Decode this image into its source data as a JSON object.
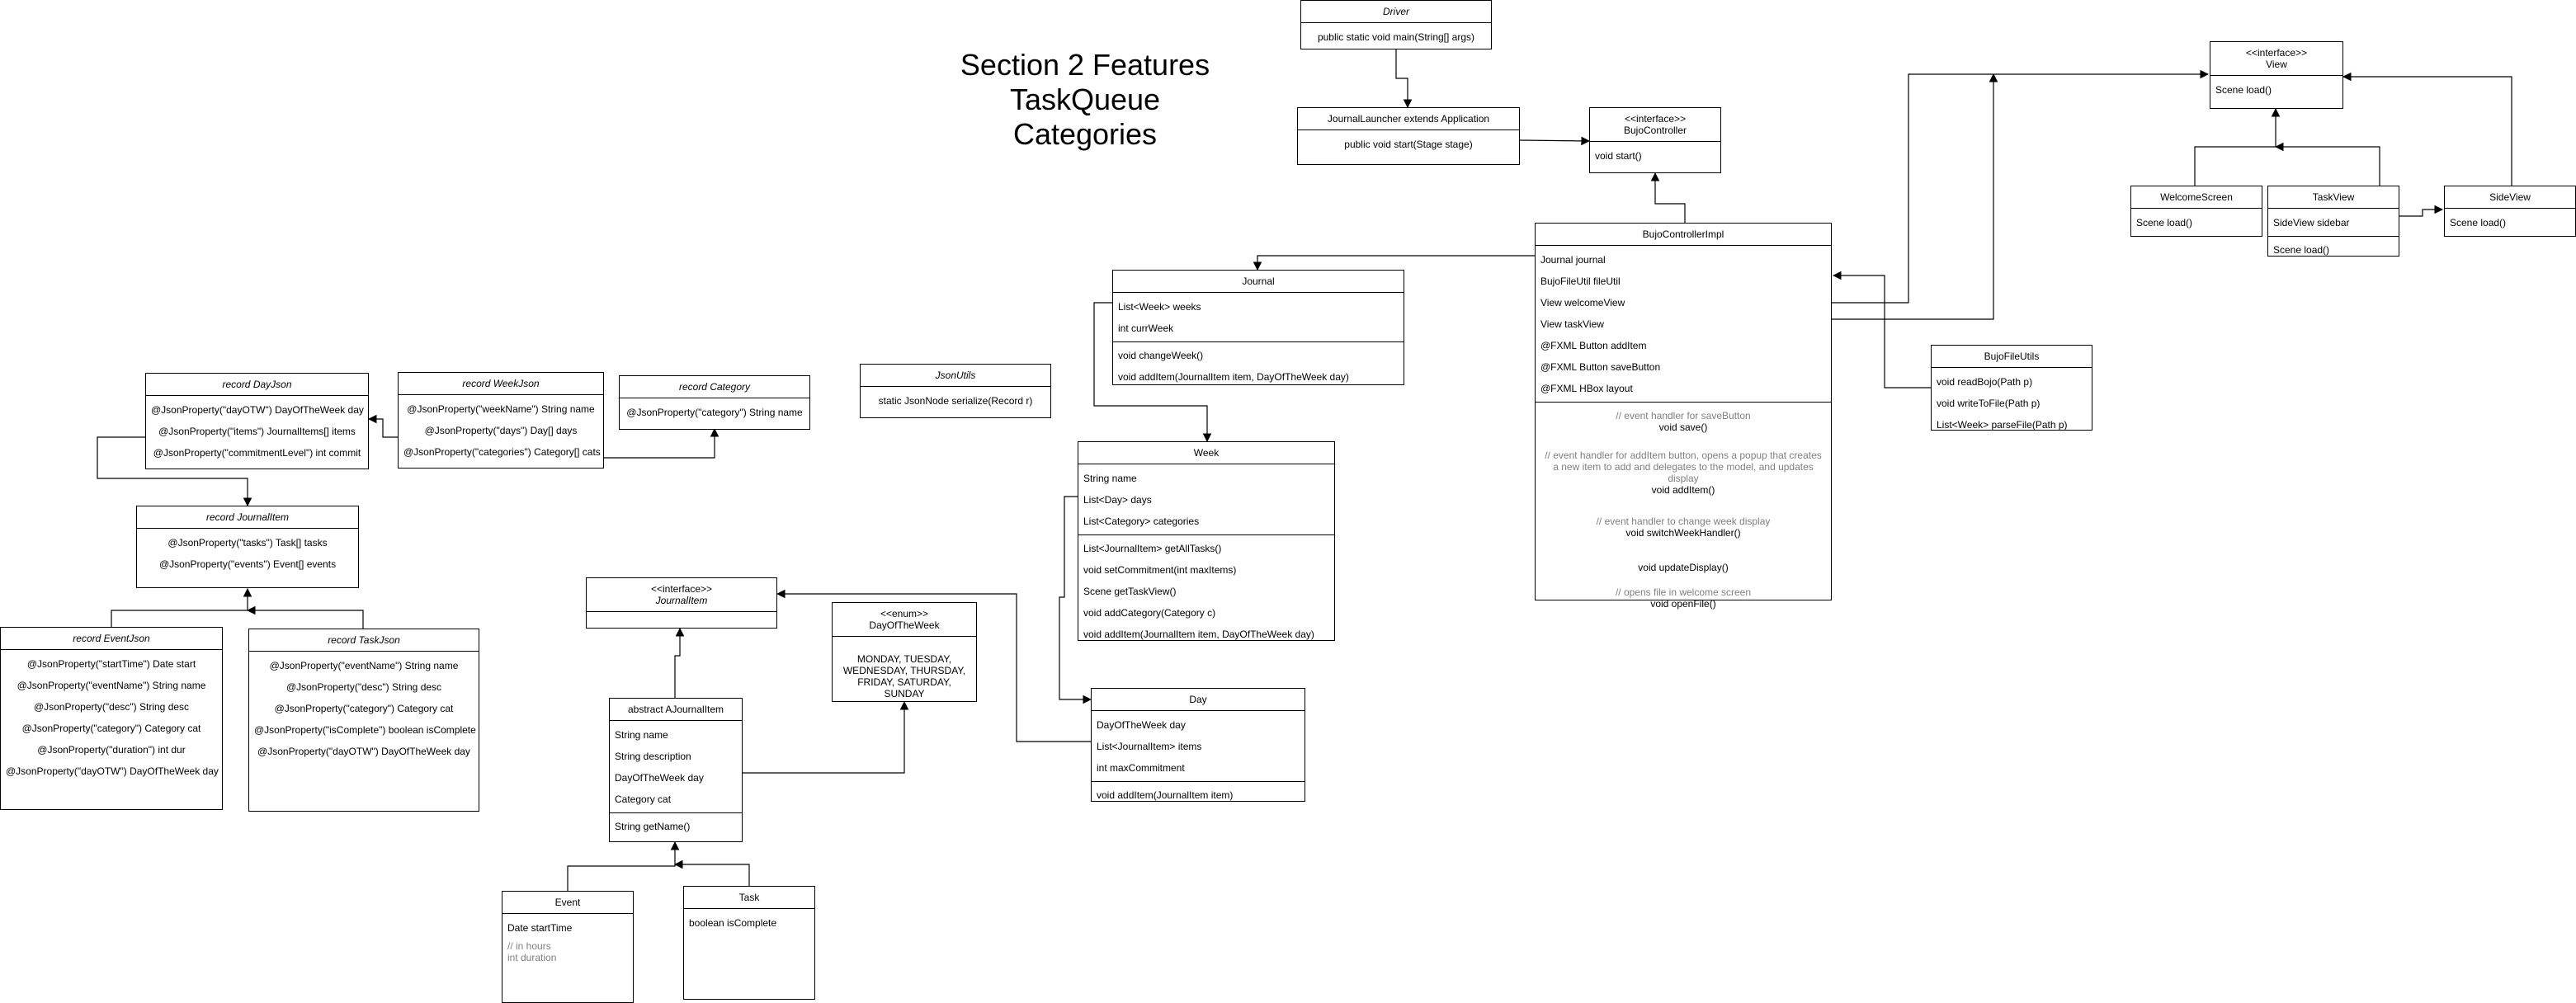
{
  "title": {
    "lines": [
      "Section 2 Features",
      "TaskQueue",
      "Categories"
    ]
  },
  "driver": {
    "name": "Driver",
    "methods": [
      "public static void main(String[] args)"
    ]
  },
  "launcher": {
    "name": "JournalLauncher extends Application",
    "methods": [
      "public void start(Stage stage)"
    ]
  },
  "bujo_controller": {
    "stereotype": "<<interface>>",
    "name": "BujoController",
    "methods": [
      "void start()"
    ]
  },
  "view": {
    "stereotype": "<<interface>>",
    "name": "View",
    "methods": [
      "Scene load()"
    ]
  },
  "welcome_screen": {
    "name": "WelcomeScreen",
    "methods": [
      "Scene load()"
    ]
  },
  "task_view": {
    "name": "TaskView",
    "fields": [
      "SideView sidebar"
    ],
    "methods": [
      "Scene load()"
    ]
  },
  "side_view": {
    "name": "SideView",
    "methods": [
      "Scene load()"
    ]
  },
  "controller_impl": {
    "name": "BujoControllerImpl",
    "fields": [
      "Journal journal",
      "BujoFileUtil fileUtil",
      "View welcomeView",
      "View taskView",
      "@FXML Button addItem",
      "@FXML Button saveButton",
      "@FXML HBox layout"
    ],
    "methods": [
      {
        "note": "// event handler for saveButton",
        "sig": "void save()"
      },
      {
        "note": "// event handler for addItem button, opens a popup that creates a new item to add and delegates to the model, and updates display",
        "sig": "void addItem()"
      },
      {
        "note": "// event handler to change week display",
        "sig": "void switchWeekHandler()"
      },
      {
        "note": "",
        "sig": "void updateDisplay()"
      },
      {
        "note": "// opens file in welcome screen",
        "sig": "void openFile()"
      }
    ]
  },
  "file_utils": {
    "name": "BujoFileUtils",
    "methods": [
      "void readBojo(Path p)",
      "void writeToFile(Path p)",
      "List<Week> parseFile(Path p)"
    ]
  },
  "journal": {
    "name": "Journal",
    "fields": [
      "List<Week> weeks",
      "int currWeek"
    ],
    "methods": [
      "void changeWeek()",
      "void addItem(JournalItem item, DayOfTheWeek day)"
    ]
  },
  "week": {
    "name": "Week",
    "fields": [
      "String name",
      "List<Day> days",
      "List<Category> categories"
    ],
    "methods": [
      "List<JournalItem> getAllTasks()",
      "void setCommitment(int maxItems)",
      "Scene getTaskView()",
      "void addCategory(Category c)",
      "void addItem(JournalItem item, DayOfTheWeek day)"
    ]
  },
  "day": {
    "name": "Day",
    "fields": [
      "DayOfTheWeek day",
      "List<JournalItem> items",
      "int maxCommitment"
    ],
    "methods": [
      "void addItem(JournalItem item)"
    ]
  },
  "json_utils": {
    "name": "JsonUtils",
    "methods": [
      "static JsonNode serialize(Record r)"
    ]
  },
  "record_category": {
    "name": "record Category",
    "fields": [
      "@JsonProperty(\"category\") String name"
    ]
  },
  "record_week_json": {
    "name": "record WeekJson",
    "fields": [
      "@JsonProperty(\"weekName\") String name",
      "@JsonProperty(\"days\") Day[] days",
      "@JsonProperty(\"categories\") Category[] cats"
    ]
  },
  "record_day_json": {
    "name": "record DayJson",
    "fields": [
      "@JsonProperty(\"dayOTW\") DayOfTheWeek day",
      "@JsonProperty(\"items\") JournalItems[] items",
      "@JsonProperty(\"commitmentLevel\") int commit"
    ]
  },
  "record_journal_item": {
    "name": "record JournalItem",
    "fields": [
      "@JsonProperty(\"tasks\") Task[] tasks",
      "@JsonProperty(\"events\") Event[] events"
    ]
  },
  "record_event_json": {
    "name": "record EventJson",
    "fields": [
      "@JsonProperty(\"startTime\") Date start",
      "@JsonProperty(\"eventName\") String name",
      "@JsonProperty(\"desc\") String desc",
      "@JsonProperty(\"category\") Category cat",
      "@JsonProperty(\"duration\") int dur",
      "@JsonProperty(\"dayOTW\") DayOfTheWeek day"
    ]
  },
  "record_task_json": {
    "name": "record TaskJson",
    "fields": [
      "@JsonProperty(\"eventName\") String name",
      "@JsonProperty(\"desc\") String desc",
      "@JsonProperty(\"category\") Category cat",
      "@JsonProperty(\"isComplete\") boolean isComplete",
      "@JsonProperty(\"dayOTW\") DayOfTheWeek day"
    ]
  },
  "journal_item_iface": {
    "stereotype": "<<interface>>",
    "name": "JournalItem"
  },
  "day_of_week_enum": {
    "stereotype": "<<enum>>",
    "name": "DayOfTheWeek",
    "values": "MONDAY, TUESDAY, WEDNESDAY, THURSDAY, FRIDAY, SATURDAY, SUNDAY"
  },
  "abstract_item": {
    "name": "abstract AJournalItem",
    "fields": [
      "String name",
      "String description",
      "DayOfTheWeek day",
      "Category cat"
    ],
    "methods": [
      "String getName()"
    ]
  },
  "event": {
    "name": "Event",
    "fields": [
      "Date startTime"
    ],
    "notes": [
      "// in hours",
      "int duration"
    ]
  },
  "task": {
    "name": "Task",
    "fields": [
      "boolean isComplete"
    ]
  }
}
